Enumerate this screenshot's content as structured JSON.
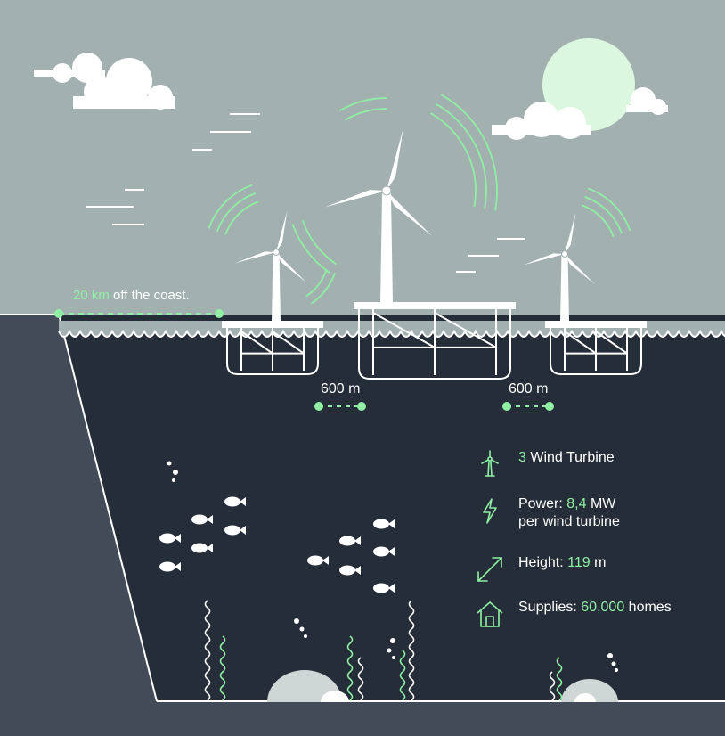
{
  "coast": {
    "distance": "20 km",
    "suffix": "off the coast."
  },
  "spacing": {
    "left": "600 m",
    "right": "600 m"
  },
  "stats": {
    "turbines": {
      "value": "3",
      "label": "Wind Turbine",
      "icon": "wind-turbine-icon"
    },
    "power": {
      "prefix": "Power:",
      "value": "8,4",
      "unit": "MW",
      "line2": "per wind turbine",
      "icon": "lightning-icon"
    },
    "height": {
      "prefix": "Height:",
      "value": "119",
      "unit": "m",
      "icon": "resize-arrows-icon"
    },
    "homes": {
      "prefix": "Supplies:",
      "value": "60,000",
      "unit": "homes",
      "icon": "house-icon"
    }
  },
  "colors": {
    "sky": "#a2b1b0",
    "sea": "#252d39",
    "seabed": "#434b59",
    "accent": "#8ff0a4",
    "sun": "#dcf7e0"
  }
}
